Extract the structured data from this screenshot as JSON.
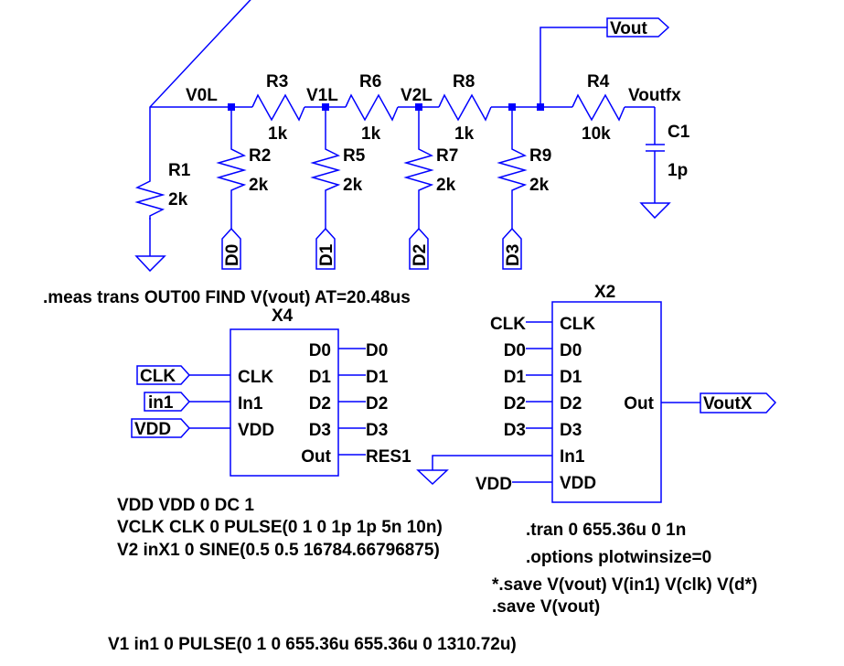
{
  "schematic": {
    "wire_color": "#0000ff",
    "net_labels": {
      "v0l": "V0L",
      "v1l": "V1L",
      "v2l": "V2L",
      "voutfx": "Voutfx"
    },
    "resistors": [
      {
        "ref": "R1",
        "value": "2k"
      },
      {
        "ref": "R2",
        "value": "2k"
      },
      {
        "ref": "R3",
        "value": "1k"
      },
      {
        "ref": "R5",
        "value": "2k"
      },
      {
        "ref": "R6",
        "value": "1k"
      },
      {
        "ref": "R7",
        "value": "2k"
      },
      {
        "ref": "R8",
        "value": "1k"
      },
      {
        "ref": "R9",
        "value": "2k"
      },
      {
        "ref": "R4",
        "value": "10k"
      }
    ],
    "capacitor": {
      "ref": "C1",
      "value": "1p"
    },
    "ports": {
      "d0": "D0",
      "d1": "D1",
      "d2": "D2",
      "d3": "D3",
      "vout": "Vout",
      "voutx": "VoutX",
      "clk": "CLK",
      "in1": "in1",
      "vdd": "VDD"
    },
    "x4": {
      "ref": "X4",
      "left_pins": [
        "CLK",
        "In1",
        "VDD"
      ],
      "right_pins": [
        "D0",
        "D1",
        "D2",
        "D3",
        "Out"
      ],
      "right_nets": [
        "D0",
        "D1",
        "D2",
        "D3",
        "RES1"
      ]
    },
    "x2": {
      "ref": "X2",
      "left_pins": [
        "CLK",
        "D0",
        "D1",
        "D2",
        "D3",
        "In1",
        "VDD"
      ],
      "left_nets": [
        "CLK",
        "D0",
        "D1",
        "D2",
        "D3",
        "VDD"
      ],
      "right_pin": "Out"
    },
    "directives": {
      "meas": ".meas trans OUT00 FIND V(vout) AT=20.48us",
      "vdd": "VDD VDD 0 DC 1",
      "vclk": "VCLK CLK 0 PULSE(0 1 0 1p 1p 5n 10n)",
      "v2": "V2 inX1 0 SINE(0.5 0.5 16784.66796875)",
      "tran": ".tran 0 655.36u 0 1n",
      "options": ".options plotwinsize=0",
      "save_commented": "*.save V(vout) V(in1) V(clk) V(d*)",
      "save": ".save V(vout)",
      "v1": "V1 in1 0 PULSE(0 1 0 655.36u 655.36u 0 1310.72u)"
    }
  }
}
